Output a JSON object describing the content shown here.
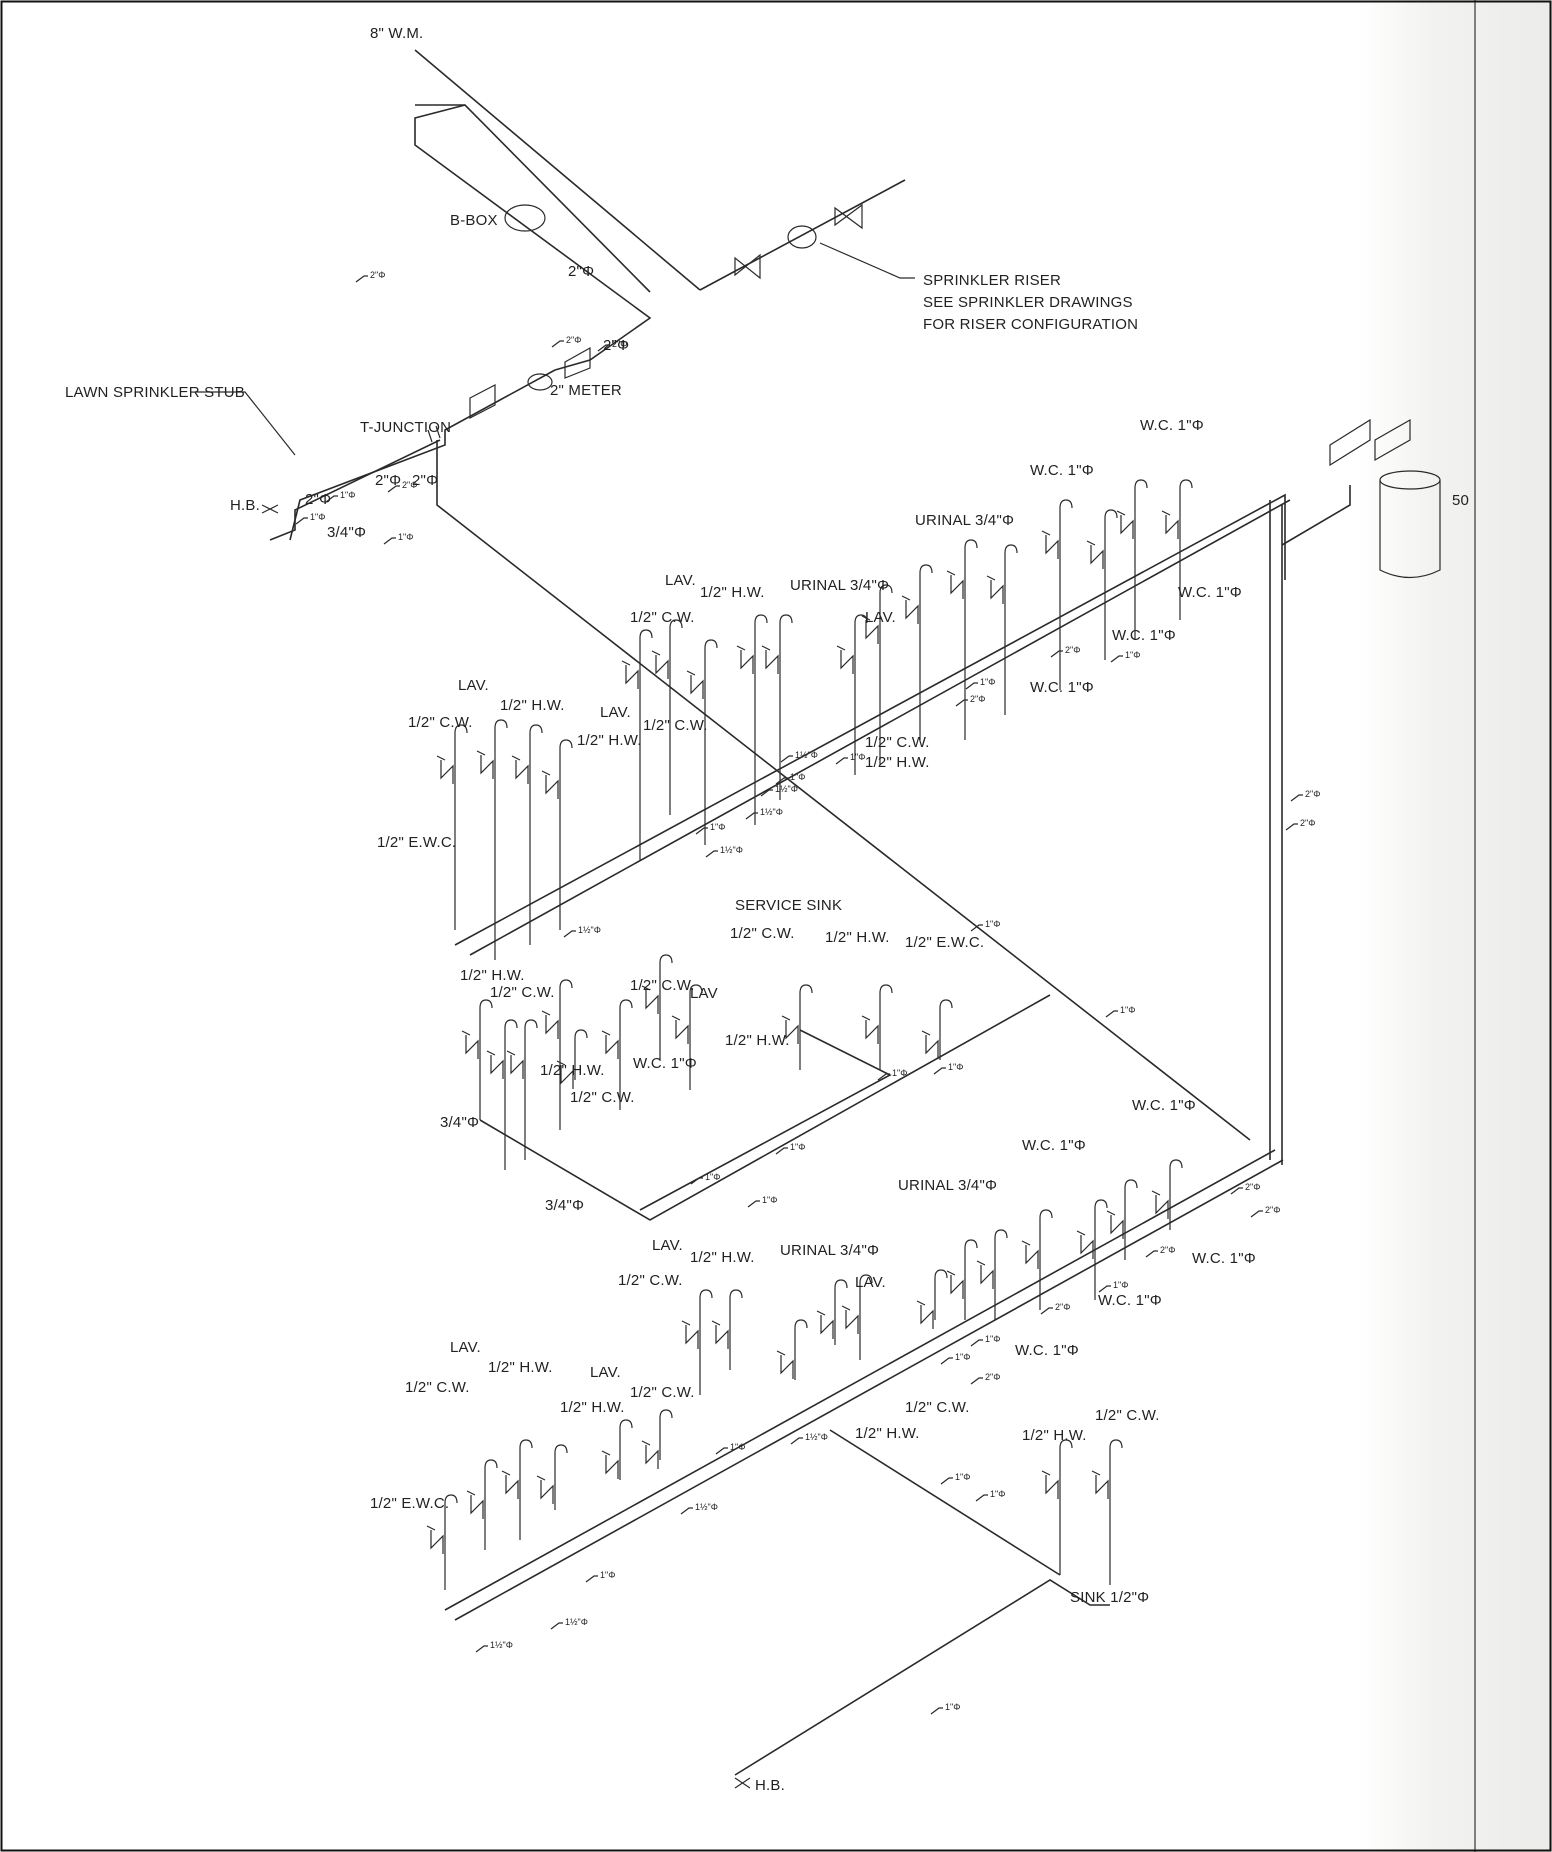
{
  "drawing": {
    "water_main": "8\" W.M.",
    "b_box": "B-BOX",
    "meter": "2\" METER",
    "t_junction": "T-JUNCTION",
    "lawn_stub": "LAWN SPRINKLER STUB",
    "hose_bib": "H.B.",
    "hose_bib_bottom": "H.B.",
    "sprinkler_note": [
      "SPRINKLER RISER",
      "SEE SPRINKLER DRAWINGS",
      "FOR RISER CONFIGURATION"
    ],
    "tank_label": "50",
    "service_sink": "SERVICE SINK",
    "sink": "SINK 1/2\"Φ"
  },
  "labels": [
    {
      "t": "2\"Φ"
    },
    {
      "t": "2\"Φ"
    },
    {
      "t": "2\"Φ"
    },
    {
      "t": "2\"Φ"
    },
    {
      "t": "2\"Φ"
    },
    {
      "t": "3/4\"Φ"
    },
    {
      "t": "W.C. 1\"Φ"
    },
    {
      "t": "W.C. 1\"Φ"
    },
    {
      "t": "URINAL 3/4\"Φ"
    },
    {
      "t": "W.C. 1\"Φ"
    },
    {
      "t": "W.C. 1\"Φ"
    },
    {
      "t": "W.C. 1\"Φ"
    },
    {
      "t": "LAV."
    },
    {
      "t": "1/2\" H.W."
    },
    {
      "t": "1/2\" C.W."
    },
    {
      "t": "URINAL 3/4\"Φ"
    },
    {
      "t": "LAV."
    },
    {
      "t": "LAV."
    },
    {
      "t": "1/2\" H.W."
    },
    {
      "t": "1/2\" C.W."
    },
    {
      "t": "LAV."
    },
    {
      "t": "1/2\" H.W."
    },
    {
      "t": "1/2\" C.W."
    },
    {
      "t": "1/2\" C.W."
    },
    {
      "t": "1/2\" H.W."
    },
    {
      "t": "1/2\" E.W.C."
    },
    {
      "t": "1/2\" C.W."
    },
    {
      "t": "1/2\" H.W."
    },
    {
      "t": "1/2\" E.W.C."
    },
    {
      "t": "LAV"
    },
    {
      "t": "1/2\" C.W."
    },
    {
      "t": "1/2\" H.W."
    },
    {
      "t": "1/2\" H.W."
    },
    {
      "t": "1/2\" C.W."
    },
    {
      "t": "1/2\" H.W."
    },
    {
      "t": "1/2\" C.W."
    },
    {
      "t": "W.C. 1\"Φ"
    },
    {
      "t": "3/4\"Φ"
    },
    {
      "t": "3/4\"Φ"
    },
    {
      "t": "W.C. 1\"Φ"
    },
    {
      "t": "W.C. 1\"Φ"
    },
    {
      "t": "URINAL 3/4\"Φ"
    },
    {
      "t": "W.C. 1\"Φ"
    },
    {
      "t": "W.C. 1\"Φ"
    },
    {
      "t": "W.C. 1\"Φ"
    },
    {
      "t": "LAV."
    },
    {
      "t": "1/2\" H.W."
    },
    {
      "t": "1/2\" C.W."
    },
    {
      "t": "URINAL 3/4\"Φ"
    },
    {
      "t": "LAV."
    },
    {
      "t": "LAV."
    },
    {
      "t": "1/2\" H.W."
    },
    {
      "t": "1/2\" C.W."
    },
    {
      "t": "LAV."
    },
    {
      "t": "1/2\" C.W."
    },
    {
      "t": "1/2\" H.W."
    },
    {
      "t": "1/2\" C.W."
    },
    {
      "t": "1/2\" H.W."
    },
    {
      "t": "1/2\" E.W.C."
    },
    {
      "t": "1/2\" H.W."
    },
    {
      "t": "1/2\" C.W."
    }
  ],
  "pipe_sizes": [
    {
      "t": "2\"Φ"
    },
    {
      "t": "1\"Φ"
    },
    {
      "t": "2\"Φ"
    },
    {
      "t": "2\"Φ"
    },
    {
      "t": "2\"Φ"
    },
    {
      "t": "1\"Φ"
    },
    {
      "t": "1\"Φ"
    },
    {
      "t": "1\"Φ"
    },
    {
      "t": "2\"Φ"
    },
    {
      "t": "1\"Φ"
    },
    {
      "t": "2\"Φ"
    },
    {
      "t": "1½\"Φ"
    },
    {
      "t": "1\"Φ"
    },
    {
      "t": "1½\"Φ"
    },
    {
      "t": "1\"Φ"
    },
    {
      "t": "1½\"Φ"
    },
    {
      "t": "1\"Φ"
    },
    {
      "t": "1½\"Φ"
    },
    {
      "t": "1½\"Φ"
    },
    {
      "t": "2\"Φ"
    },
    {
      "t": "2\"Φ"
    },
    {
      "t": "1\"Φ"
    },
    {
      "t": "1\"Φ"
    },
    {
      "t": "1\"Φ"
    },
    {
      "t": "1\"Φ"
    },
    {
      "t": "1\"Φ"
    },
    {
      "t": "1\"Φ"
    },
    {
      "t": "1\"Φ"
    },
    {
      "t": "2\"Φ"
    },
    {
      "t": "2\"Φ"
    },
    {
      "t": "2\"Φ"
    },
    {
      "t": "1\"Φ"
    },
    {
      "t": "2\"Φ"
    },
    {
      "t": "1\"Φ"
    },
    {
      "t": "2\"Φ"
    },
    {
      "t": "1\"Φ"
    },
    {
      "t": "1½\"Φ"
    },
    {
      "t": "1\"Φ"
    },
    {
      "t": "1½\"Φ"
    },
    {
      "t": "1\"Φ"
    },
    {
      "t": "1½\"Φ"
    },
    {
      "t": "1½\"Φ"
    },
    {
      "t": "1\"Φ"
    },
    {
      "t": "1\"Φ"
    },
    {
      "t": "1\"Φ"
    }
  ]
}
